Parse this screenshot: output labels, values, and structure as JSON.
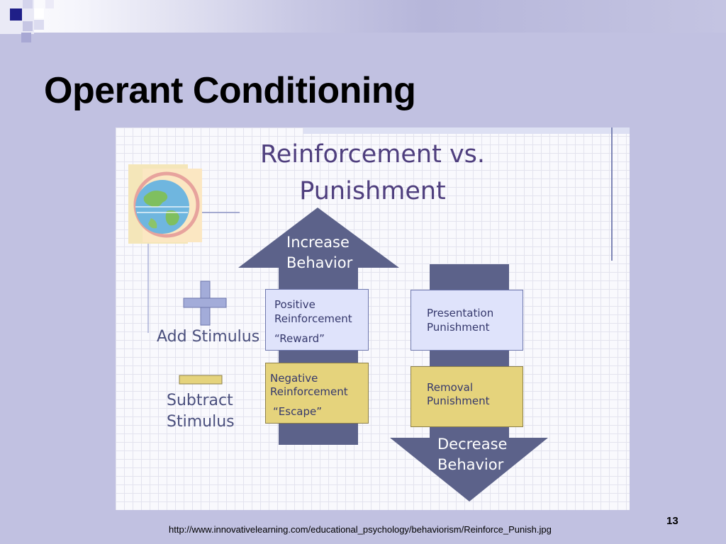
{
  "slide": {
    "title": "Operant Conditioning",
    "page_number": "13",
    "source_url": "http://www.innovativelearning.com/educational_psychology/behaviorism/Reinforce_Punish.jpg"
  },
  "diagram": {
    "heading_line1": "Reinforcement vs.",
    "heading_line2": "Punishment",
    "increase_line1": "Increase",
    "increase_line2": "Behavior",
    "decrease_line1": "Decrease",
    "decrease_line2": "Behavior",
    "add_label": "Add Stimulus",
    "subtract_line1": "Subtract",
    "subtract_line2": "Stimulus",
    "positive_line1": "Positive",
    "positive_line2": "Reinforcement",
    "positive_quote": "“Reward”",
    "negative_line1": "Negative",
    "negative_line2": "Reinforcement",
    "negative_quote": "“Escape”",
    "presentation_line1": "Presentation",
    "presentation_line2": "Punishment",
    "removal_line1": "Removal",
    "removal_line2": "Punishment"
  },
  "colors": {
    "slide_background": "#c1c1e1",
    "heading_text": "#4f3f7e",
    "arrow_fill": "#5c628a",
    "box_blue": "#dfe3fb",
    "box_gold": "#e5d37c",
    "accent_navy": "#1a1a7a"
  },
  "icons": [
    "globe-icon",
    "plus-icon",
    "minus-icon"
  ]
}
